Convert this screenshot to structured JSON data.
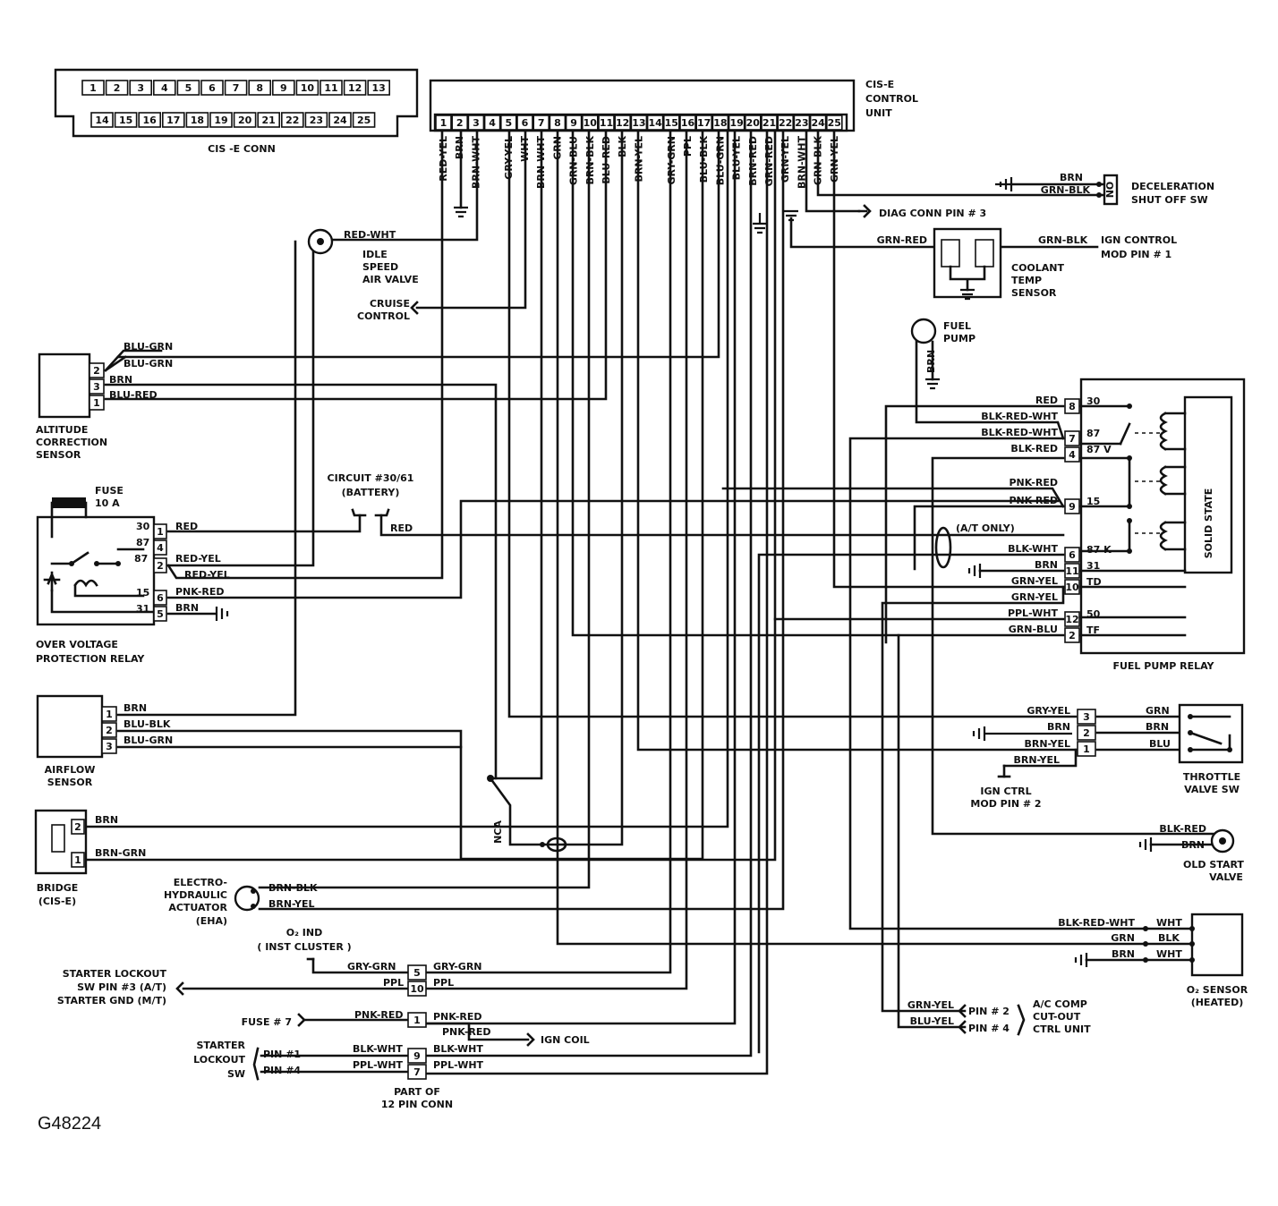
{
  "figure_id": "G48224",
  "cis_conn": {
    "label": "CIS -E CONN",
    "row1": [
      "1",
      "2",
      "3",
      "4",
      "5",
      "6",
      "7",
      "8",
      "9",
      "10",
      "11",
      "12",
      "13"
    ],
    "row2": [
      "14",
      "15",
      "16",
      "17",
      "18",
      "19",
      "20",
      "21",
      "22",
      "23",
      "24",
      "25"
    ]
  },
  "control_unit": {
    "label_line1": "CIS-E",
    "label_line2": "CONTROL",
    "label_line3": "UNIT",
    "pins": [
      "1",
      "2",
      "3",
      "4",
      "5",
      "6",
      "7",
      "8",
      "9",
      "10",
      "11",
      "12",
      "13",
      "14",
      "15",
      "16",
      "17",
      "18",
      "19",
      "20",
      "21",
      "22",
      "23",
      "24",
      "25"
    ],
    "pin_wires": [
      "RED-YEL",
      "BRN",
      "BRN-WHT",
      "",
      "GRY-YEL",
      "WHT",
      "BRN-WHT",
      "GRN",
      "GRN-BLU",
      "BRN-BLK",
      "BLU-RED",
      "BLK",
      "BRN-YEL",
      "",
      "GRY-GRN",
      "PPL",
      "BLU-BLK",
      "BLU-GRN",
      "BLU-YEL",
      "BRN-RED",
      "GRN-RED",
      "GRN-YEL",
      "BRN-WHT",
      "GRN-BLK",
      "GRN-YEL"
    ]
  },
  "components": {
    "decel": {
      "line1": "DECELERATION",
      "line2": "SHUT OFF SW",
      "pin": "NO",
      "w1": "BRN",
      "w2": "GRN-BLK"
    },
    "diag": {
      "label": "DIAG CONN PIN # 3"
    },
    "idle": {
      "line1": "IDLE",
      "line2": "SPEED",
      "line3": "AIR VALVE",
      "wire": "RED-WHT"
    },
    "coolant": {
      "line1": "COOLANT",
      "line2": "TEMP",
      "line3": "SENSOR",
      "w1": "GRN-RED",
      "w2": "GRN-BLK",
      "ign1": "IGN CONTROL",
      "ign2": "MOD PIN # 1"
    },
    "cruise": {
      "line1": "CRUISE",
      "line2": "CONTROL"
    },
    "fuel_pump": {
      "line1": "FUEL",
      "line2": "PUMP",
      "wire": "BRN"
    },
    "altitude": {
      "line1": "ALTITUDE",
      "line2": "CORRECTION",
      "line3": "SENSOR",
      "pins": [
        "2",
        "3",
        "1"
      ],
      "w1": "BLU-GRN",
      "w2": "BLU-GRN",
      "w3": "BRN",
      "w4": "BLU-RED"
    },
    "fuse": {
      "line1": "FUSE",
      "line2": "10 A"
    },
    "circuit": {
      "line1": "CIRCUIT #30/61",
      "line2": "(BATTERY)",
      "wire": "RED"
    },
    "ovp": {
      "line1": "OVER VOLTAGE",
      "line2": "PROTECTION RELAY",
      "terms": [
        "30",
        "87",
        "87",
        "",
        "15",
        "31"
      ],
      "pins": [
        "1",
        "4",
        "2",
        "6",
        "5"
      ],
      "wires": [
        "RED",
        "RED-YEL",
        "RED-YEL",
        "PNK-RED",
        "BRN"
      ]
    },
    "fpr": {
      "label": "FUEL PUMP RELAY",
      "solid": "SOLID STATE",
      "at_only": "(A/T ONLY)",
      "rows": [
        {
          "wire": "RED",
          "pin": "8",
          "term": "30"
        },
        {
          "wire": "BLK-RED-WHT",
          "pin": "",
          "term": ""
        },
        {
          "wire": "BLK-RED-WHT",
          "pin": "7",
          "term": "87"
        },
        {
          "wire": "BLK-RED",
          "pin": "4",
          "term": "87 V"
        },
        {
          "wire": "PNK-RED",
          "pin": "",
          "term": ""
        },
        {
          "wire": "PNK-RED",
          "pin": "9",
          "term": "15"
        },
        {
          "wire": "BLK-WHT",
          "pin": "6",
          "term": "87 K"
        },
        {
          "wire": "BRN",
          "pin": "11",
          "term": "31"
        },
        {
          "wire": "GRN-YEL",
          "pin": "10",
          "term": "TD"
        },
        {
          "wire": "GRN-YEL",
          "pin": "",
          "term": ""
        },
        {
          "wire": "PPL-WHT",
          "pin": "12",
          "term": "50"
        },
        {
          "wire": "GRN-BLU",
          "pin": "2",
          "term": "TF"
        }
      ]
    },
    "airflow": {
      "line1": "AIRFLOW",
      "line2": "SENSOR",
      "pins": [
        "1",
        "2",
        "3"
      ],
      "wires": [
        "BRN",
        "BLU-BLK",
        "BLU-GRN"
      ]
    },
    "throttle": {
      "line1": "THROTTLE",
      "line2": "VALVE SW",
      "pins": [
        "3",
        "2",
        "1"
      ],
      "left": [
        "GRY-YEL",
        "BRN",
        "BRN-YEL",
        "BRN-YEL"
      ],
      "right": [
        "GRN",
        "BRN",
        "BLU"
      ],
      "ign1": "IGN CTRL",
      "ign2": "MOD PIN # 2"
    },
    "bridge": {
      "line1": "BRIDGE",
      "line2": "(CIS-E)",
      "pins": [
        "2",
        "1"
      ],
      "wires": [
        "BRN",
        "BRN-GRN"
      ]
    },
    "nca": {
      "label": "NCA"
    },
    "cold_start": {
      "line1": "OLD START",
      "line2": "VALVE",
      "w1": "BLK-RED",
      "w2": "BRN"
    },
    "eha": {
      "line1": "ELECTRO-",
      "line2": "HYDRAULIC",
      "line3": "ACTUATOR",
      "line4": "(EHA)",
      "w1": "BRN-BLK",
      "w2": "BRN-YEL"
    },
    "o2": {
      "line1": "O₂ SENSOR",
      "line2": "(HEATED)",
      "left": [
        "BLK-RED-WHT",
        "GRN",
        "BRN"
      ],
      "right": [
        "WHT",
        "BLK",
        "WHT"
      ]
    },
    "o2ind": {
      "line1": "O₂ IND",
      "line2": "( INST CLUSTER )"
    },
    "starter_pin": {
      "line1": "STARTER LOCKOUT",
      "line2": "SW PIN #3 (A/T)",
      "line3": "STARTER GND (M/T)"
    },
    "fuse7": {
      "label": "FUSE # 7"
    },
    "lockout": {
      "line1": "STARTER",
      "line2": "LOCKOUT",
      "line3": "SW",
      "p1": "PIN #1",
      "p4": "PIN #4"
    },
    "conn12": {
      "line1": "PART OF",
      "line2": "12 PIN CONN",
      "pins": [
        "5",
        "10",
        "1",
        "9",
        "7"
      ],
      "left": [
        "GRY-GRN",
        "PPL",
        "PNK-RED",
        "BLK-WHT",
        "PPL-WHT"
      ],
      "right": [
        "GRY-GRN",
        "PPL",
        "PNK-RED",
        "PNK-RED",
        "BLK-WHT",
        "PPL-WHT"
      ],
      "ign_coil": "IGN COIL"
    },
    "ac": {
      "w1": "GRN-YEL",
      "w2": "BLU-YEL",
      "p2": "PIN # 2",
      "p4": "PIN # 4",
      "line1": "A/C COMP",
      "line2": "CUT-OUT",
      "line3": "CTRL UNIT"
    }
  }
}
